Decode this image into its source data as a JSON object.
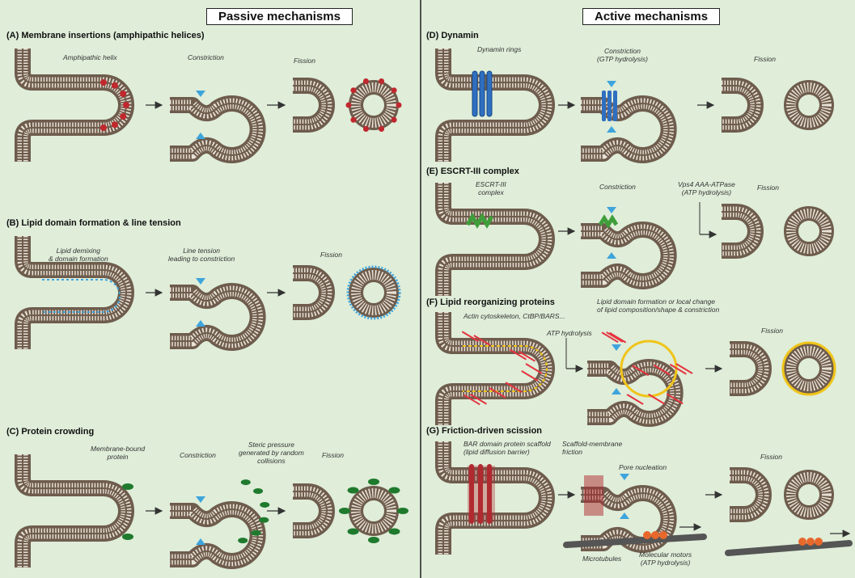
{
  "headers": {
    "passive": "Passive mechanisms",
    "active": "Active mechanisms"
  },
  "panels": {
    "A": {
      "title": "(A) Membrane insertions (amphipathic helices)",
      "labels": [
        "Amphipathic helix",
        "Constriction",
        "Fission"
      ]
    },
    "B": {
      "title": "(B) Lipid domain formation & line tension",
      "labels": [
        "Lipid demixing\n& domain formation",
        "Line tension\nleading to constriction",
        "Fission"
      ]
    },
    "C": {
      "title": "(C) Protein crowding",
      "labels": [
        "Membrane-bound\nprotein",
        "Constriction",
        "Steric pressure\ngenerated by random\ncollisions",
        "Fission"
      ]
    },
    "D": {
      "title": "(D) Dynamin",
      "labels": [
        "Dynamin rings",
        "Constriction\n(GTP hydrolysis)",
        "Fission"
      ]
    },
    "E": {
      "title": "(E) ESCRT-III complex",
      "labels": [
        "ESCRT-III\ncomplex",
        "Constriction",
        "Vps4 AAA-ATPase\n(ATP hydrolysis)",
        "Fission"
      ]
    },
    "F": {
      "title": "(F) Lipid reorganizing proteins",
      "labels": [
        "Actin cytoskeleton, CtBP/BARS...",
        "ATP hydrolysis",
        "Lipid domain formation or local change\nof lipid composition/shape & constriction",
        "Fission"
      ]
    },
    "G": {
      "title": "(G) Friction-driven scission",
      "labels": [
        "BAR domain protein scaffold\n(lipid diffusion barrier)",
        "Scaffold-membrane\nfriction",
        "Pore nucleation",
        "Fission",
        "Microtubules",
        "Molecular motors\n(ATP hydrolysis)"
      ]
    }
  },
  "colors": {
    "background": "#dfedd9",
    "membrane": "#6e5c4d",
    "amphipathic_helix": "#c0282d",
    "lipid_domain": "#3ea4dc",
    "crowding_protein": "#1f7a2d",
    "dynamin": "#2f6fc0",
    "escrt": "#3f9e3a",
    "actin": "#e5343f",
    "lipid_reorganization": "#f0c419",
    "bar_scaffold": "#b02a30",
    "motor": "#e8682c",
    "microtubule": "#555555",
    "constriction_arrow": "#3ea4dc"
  },
  "icons": [
    "right-arrow-icon",
    "constriction-arrowhead-icon",
    "inhibition-arrow-icon"
  ]
}
